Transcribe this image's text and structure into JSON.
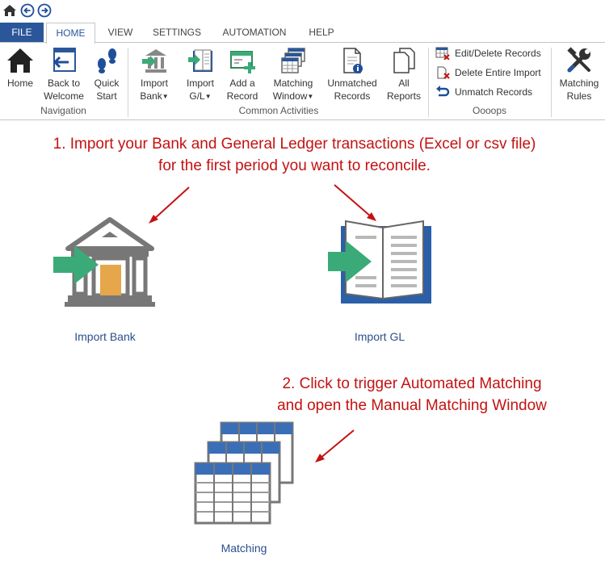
{
  "quick_access": {
    "icons": [
      "home-icon",
      "back-circle-icon",
      "forward-circle-icon"
    ]
  },
  "tabs": {
    "file": "FILE",
    "home": "HOME",
    "view": "VIEW",
    "settings": "SETTINGS",
    "automation": "AUTOMATION",
    "help": "HELP",
    "active": "HOME"
  },
  "ribbon": {
    "navigation": {
      "group_label": "Navigation",
      "home": [
        "Home"
      ],
      "back_to_welcome": [
        "Back to",
        "Welcome"
      ],
      "quick_start": [
        "Quick",
        "Start"
      ]
    },
    "common": {
      "group_label": "Common Activities",
      "import_bank": [
        "Import",
        "Bank"
      ],
      "import_gl": [
        "Import",
        "G/L"
      ],
      "add_record": [
        "Add a",
        "Record"
      ],
      "matching_window": [
        "Matching",
        "Window"
      ],
      "unmatched_records": [
        "Unmatched",
        "Records"
      ],
      "all_reports": [
        "All",
        "Reports"
      ]
    },
    "oops": {
      "group_label": "Oooops",
      "edit_delete": "Edit/Delete Records",
      "delete_import": "Delete Entire Import",
      "unmatch": "Unmatch Records"
    },
    "rules": {
      "matching_rules": [
        "Matching",
        "Rules"
      ]
    }
  },
  "main": {
    "instruction1": [
      "1. Import your Bank and General Ledger transactions (Excel or csv file)",
      "for the first period you want to reconcile."
    ],
    "instruction2": [
      "2. Click to trigger Automated Matching",
      "and open the Manual Matching Window"
    ],
    "import_bank_label": "Import Bank",
    "import_gl_label": "Import GL",
    "matching_label": "Matching"
  },
  "colors": {
    "accent_blue": "#2b579a",
    "instruction_red": "#c41212",
    "arrow_green": "#3aab78",
    "link_blue": "#2b4f8c",
    "grid_blue": "#3a6fb8"
  }
}
